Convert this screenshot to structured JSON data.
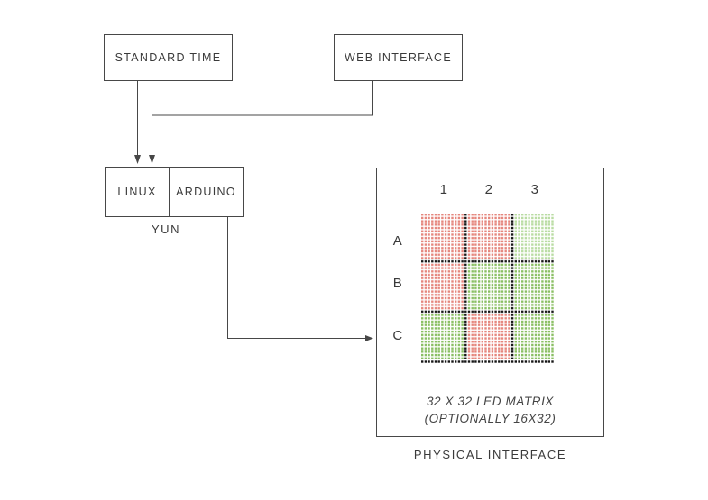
{
  "nodes": {
    "standard_time": {
      "label": "STANDARD TIME"
    },
    "web_interface": {
      "label": "WEB INTERFACE"
    },
    "linux": {
      "label": "LINUX"
    },
    "arduino": {
      "label": "ARDUINO"
    },
    "yun": {
      "label": "YUN"
    }
  },
  "physical_interface": {
    "label": "PHYSICAL INTERFACE",
    "column_labels": [
      "1",
      "2",
      "3"
    ],
    "row_labels": [
      "A",
      "B",
      "C"
    ],
    "caption_line1": "32 X 32 LED MATRIX",
    "caption_line2": "(OPTIONALLY 16X32)"
  },
  "colors": {
    "line": "#474747",
    "text": "#3a3a3a",
    "shadow": "#000000"
  },
  "chart_data": {
    "type": "heatmap",
    "title": "32 X 32 LED MATRIX (OPTIONALLY 16X32)",
    "description": "LED dot matrix divided into a 3x3 grid of sections by black dot separator lines; columns labeled 1-3, rows labeled A-C",
    "cols": 40,
    "rows": 45,
    "pitch": 3.7,
    "dot_size": 2.4,
    "separator_cols": [
      13,
      27
    ],
    "separator_rows": [
      14,
      29,
      44
    ],
    "column_sections": [
      "1",
      "2",
      "3"
    ],
    "row_sections": [
      "A",
      "B",
      "C"
    ],
    "section_colors": [
      [
        "red",
        "red",
        "light_green"
      ],
      [
        "red",
        "green",
        "green"
      ],
      [
        "green",
        "red",
        "green"
      ]
    ],
    "palette": {
      "red": "#E5867D",
      "green": "#8ABF63",
      "light_green": "#B9DCA2",
      "separator": "#161616"
    }
  }
}
